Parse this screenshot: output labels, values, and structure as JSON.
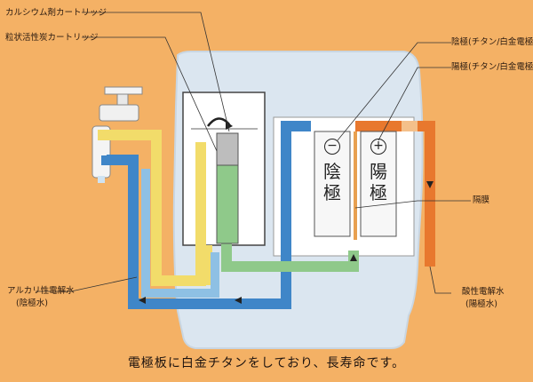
{
  "labels": {
    "calcium_cartridge": "カルシウム剤カートリッジ",
    "carbon_cartridge": "粒状活性炭カートリッジ",
    "cathode_plate": "陰極(チタン/白金電極板)",
    "anode_plate": "陽極(チタン/白金電極板)",
    "membrane": "隔膜",
    "alkaline_water": "アルカリ性電解水",
    "alkaline_water_sub": "(陰極水)",
    "acidic_water": "酸性電解水",
    "acidic_water_sub": "(陽極水)"
  },
  "electrodes": {
    "cathode_symbol": "−",
    "cathode_char1": "陰",
    "cathode_char2": "極",
    "anode_symbol": "+",
    "anode_char1": "陽",
    "anode_char2": "極"
  },
  "caption": "電極板に白金チタンをしており、長寿命です。",
  "colors": {
    "background": "#f4b165",
    "unit_body": "#dbe6f0",
    "blue_pipe": "#3f86c8",
    "yellow_pipe": "#f2dc6a",
    "green_pipe": "#8fc98a",
    "orange_pipe": "#e8782e",
    "light_blue_pipe": "#8ec0e4"
  }
}
